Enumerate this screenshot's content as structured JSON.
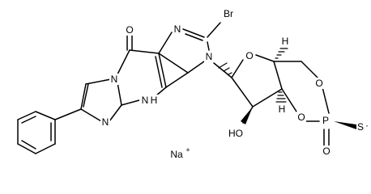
{
  "atoms": {
    "o_carbonyl": "O",
    "br": "Br",
    "n7": "N",
    "n9": "N",
    "n1": "N",
    "nh": "N",
    "nh_h": "H",
    "n_imid": "N",
    "o_ring": "O",
    "oh": "HO",
    "o_3p": "O",
    "o_5p": "O",
    "p": "P",
    "s": "S",
    "s_radical": "·",
    "o_p_double": "O",
    "na": "Na",
    "na_charge": "+",
    "h_top": "H",
    "h_bottom": "H"
  },
  "colors": {
    "bond": "#000000",
    "background": "#ffffff"
  }
}
